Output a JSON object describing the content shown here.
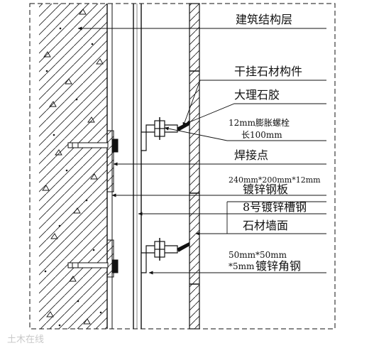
{
  "labels": {
    "structure_layer": "建筑结构层",
    "dry_hang_part": "干挂石材构件",
    "marble_glue": "大理石胶",
    "bolt_line1": "12mm膨胀螺栓",
    "bolt_line2": "长100mm",
    "weld_point": "焊接点",
    "plate_size": "240mm*200mm*12mm",
    "plate_name": "镀锌钢板",
    "channel_steel": "8号镀锌槽钢",
    "stone_wall": "石材墙面",
    "angle_size1": "50mm*50mm",
    "angle_size2": "*5mm",
    "angle_name": "镀锌角钢"
  },
  "watermark": "土木在线",
  "colors": {
    "line": "#111111",
    "background": "#ffffff",
    "watermark": "#c9c9c9"
  }
}
